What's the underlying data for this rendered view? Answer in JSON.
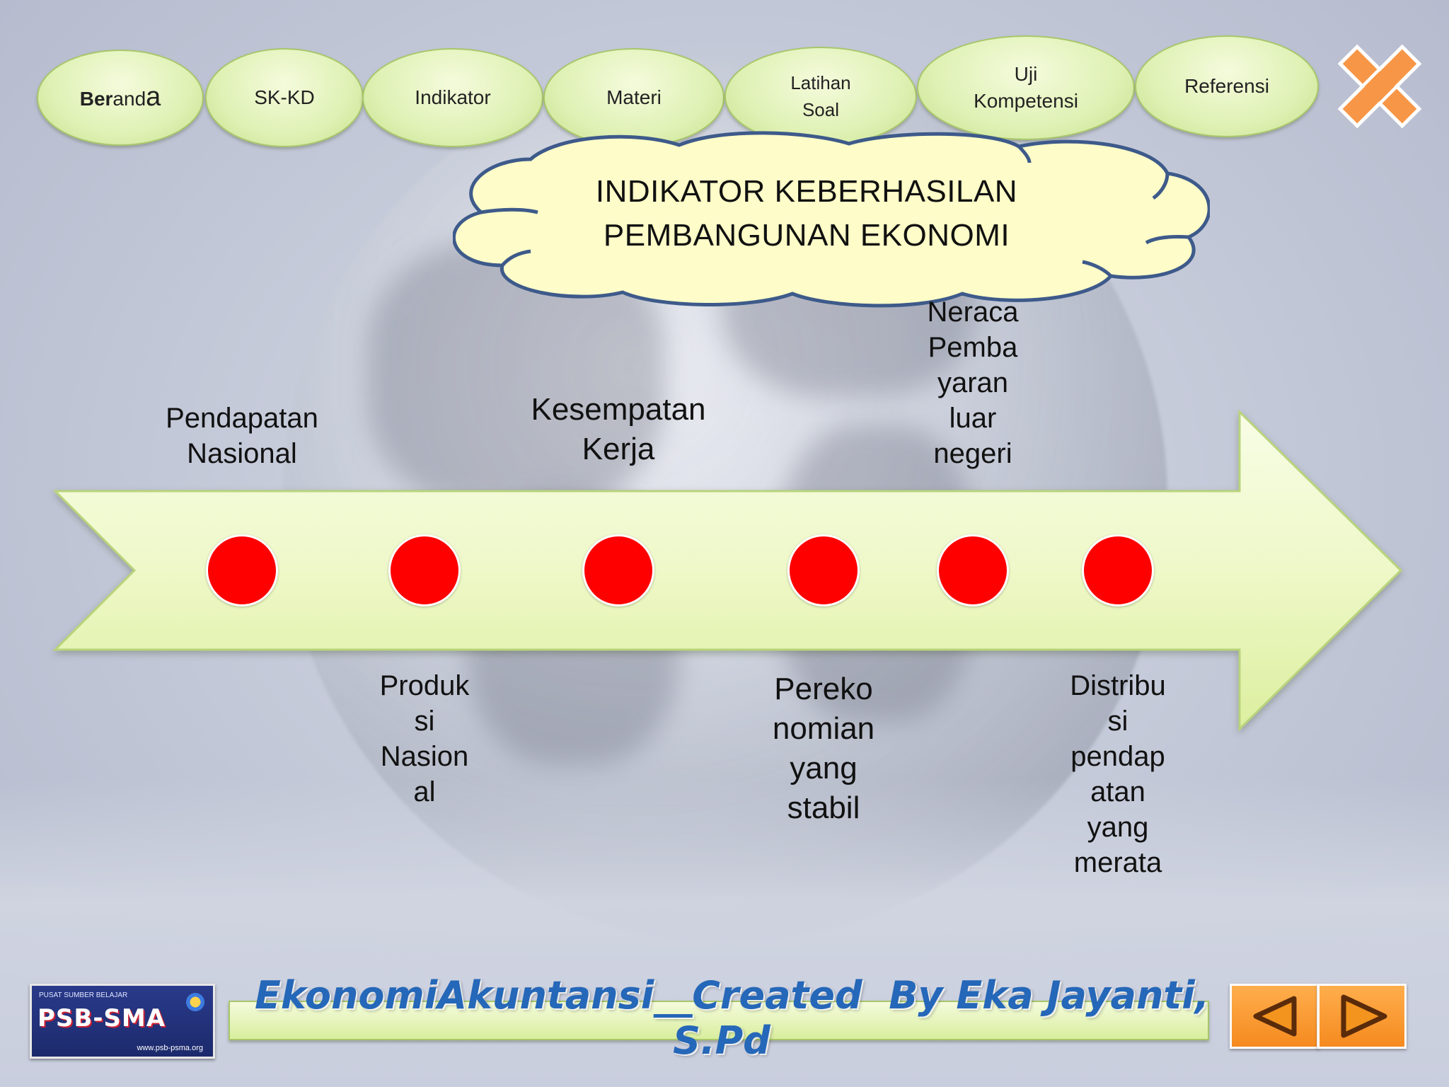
{
  "nav": {
    "beranda": {
      "label_a": "Ber",
      "label_b": "and",
      "label_c": "a"
    },
    "skkd": "SK-KD",
    "indikator": "Indikator",
    "materi": "Materi",
    "latihan": {
      "line1": "Latihan",
      "line2": "Soal"
    },
    "uji": {
      "line1": "Uji",
      "line2": "Kompetensi"
    },
    "referensi": "Referensi",
    "close_icon": "close-x-icon"
  },
  "title": {
    "line1": "INDIKATOR KEBERHASILAN",
    "line2": "PEMBANGUNAN EKONOMI"
  },
  "indicators_top": {
    "pendapatan": {
      "l1": "Pendapatan",
      "l2": "Nasional"
    },
    "kesempatan": {
      "l1": "Kesempatan",
      "l2": "Kerja"
    },
    "neraca": {
      "l1": "Neraca",
      "l2": "Pemba",
      "l3": "yaran",
      "l4": "luar",
      "l5": "negeri"
    }
  },
  "indicators_bottom": {
    "produksi": {
      "l1": "Produk",
      "l2": "si",
      "l3": "Nasion",
      "l4": "al"
    },
    "perekonomian": {
      "l1": "Pereko",
      "l2": "nomian",
      "l3": "yang",
      "l4": "stabil"
    },
    "distribusi": {
      "l1": "Distribu",
      "l2": "si",
      "l3": "pendap",
      "l4": "atan",
      "l5": "yang",
      "l6": "merata"
    }
  },
  "footer": {
    "credit_line1": "EkonomiAkuntansi__Created  By Eka Jayanti,",
    "credit_line2": "S.Pd",
    "logo_top": "PUSAT SUMBER BELAJAR",
    "logo_main": "PSB-SMA",
    "logo_url": "www.psb-psma.org",
    "prev_icon": "triangle-left-icon",
    "next_icon": "triangle-right-icon"
  },
  "colors": {
    "nav_fill": "#dff1b4",
    "arrow_fill": "#f0f9d0",
    "dot": "#ff0000",
    "cloud_fill": "#fefcc8",
    "cloud_stroke": "#3d5a8a",
    "close_fill": "#f79646",
    "credit_text": "#2567b8"
  }
}
